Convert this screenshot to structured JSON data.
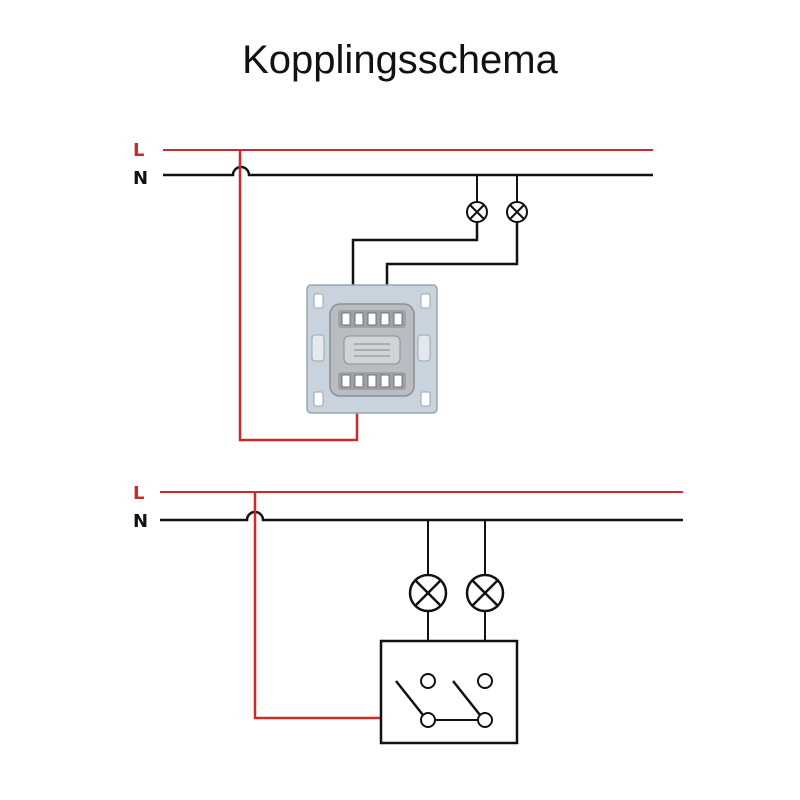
{
  "title": "Kopplingsschema",
  "colors": {
    "live": "#cc2a2a",
    "neutral": "#111111",
    "switch_plate": "#c9d3dd",
    "switch_body": "#b9bdc2"
  },
  "diagram_top": {
    "live_label": "L",
    "neutral_label": "N"
  },
  "diagram_bottom": {
    "live_label": "L",
    "neutral_label": "N"
  }
}
